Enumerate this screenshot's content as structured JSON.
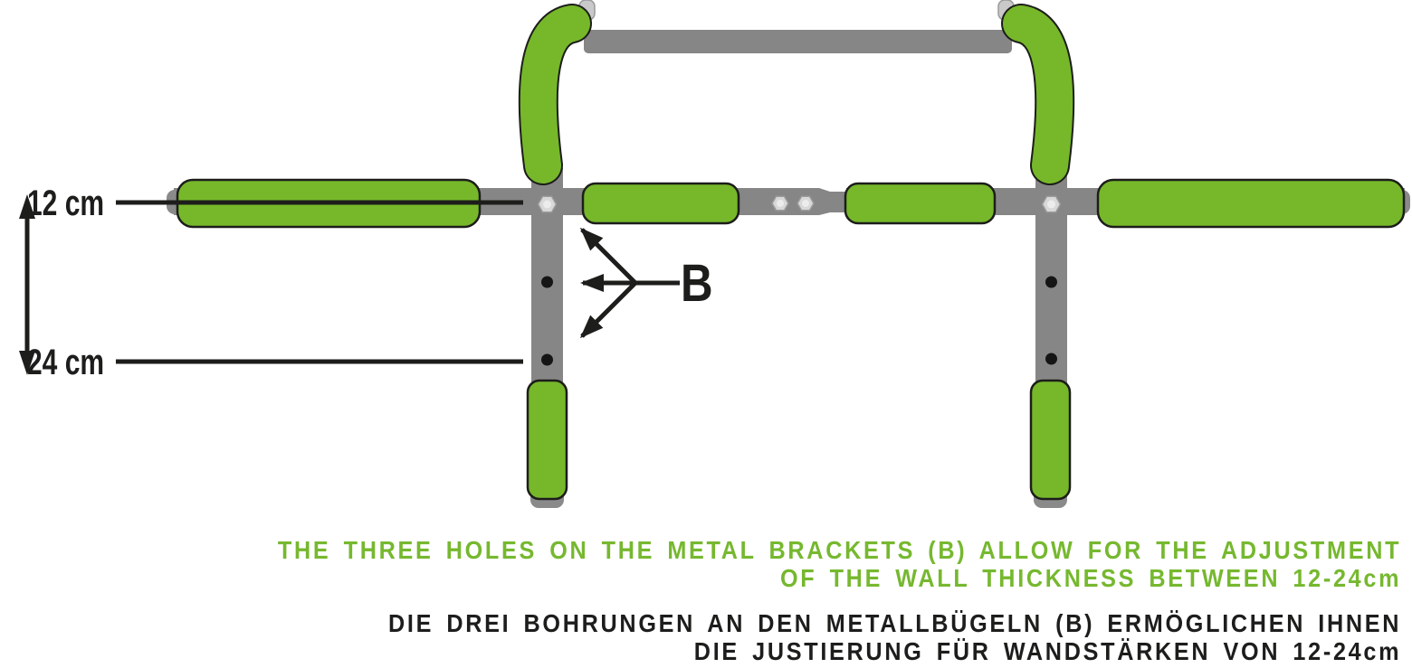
{
  "diagram": {
    "dimension_labels": {
      "top": "12 cm",
      "bottom": "24 cm"
    },
    "bracket_label": "B",
    "bracket_hole_count": 3
  },
  "captions": {
    "en_line1": "THE THREE HOLES ON THE METAL BRACKETS (B) ALLOW FOR THE ADJUSTMENT",
    "en_line2": "OF THE WALL THICKNESS BETWEEN 12-24cm",
    "de_line1": "DIE DREI BOHRUNGEN AN DEN METALLBÜGELN (B) ERMÖGLICHEN IHNEN",
    "de_line2": "DIE JUSTIERUNG FÜR WANDSTÄRKEN VON 12-24cm"
  },
  "colors": {
    "green": "#76B82A",
    "caption_green": "#76B82F",
    "tube_gray": "#868686",
    "cap_gray": "#8A8A8A",
    "light_gray": "#C9C9C9",
    "bolt_fill": "#D8D8D8",
    "outline": "#1D1D1B",
    "text_black": "#1D1D1B"
  }
}
